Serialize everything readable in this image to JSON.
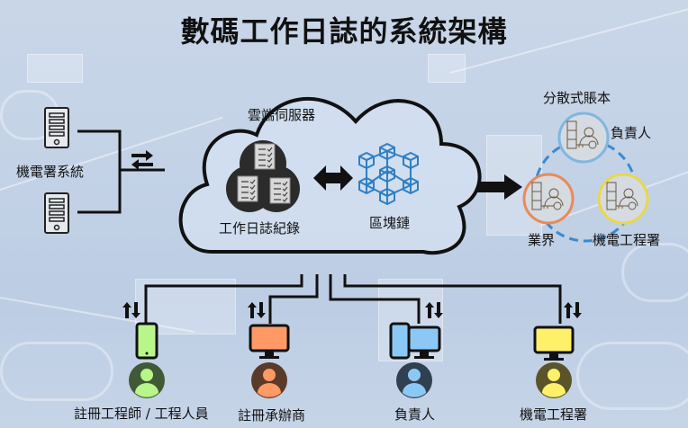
{
  "title": "數碼工作日誌的系統架構",
  "left_system": {
    "label": "機電署系統",
    "icon": "server-icon"
  },
  "cloud": {
    "label": "雲端伺服器",
    "worklog_label": "工作日誌紀錄",
    "blockchain_label": "區塊鏈"
  },
  "ledger": {
    "title": "分散式賬本",
    "nodes": [
      {
        "label": "負責人",
        "color": "#7fb7e0"
      },
      {
        "label": "業界",
        "color": "#e88a5a"
      },
      {
        "label": "機電工程署",
        "color": "#e8d84a"
      }
    ]
  },
  "users": [
    {
      "label": "註冊工程師 / 工程人員",
      "device": "phone-icon",
      "device_color": "#b8f58a",
      "avatar_bg": "#3f5a35",
      "avatar_fg": "#b8f58a"
    },
    {
      "label": "註冊承辦商",
      "device": "monitor-icon",
      "device_color": "#ff9a66",
      "avatar_bg": "#5a3a28",
      "avatar_fg": "#ff9a66"
    },
    {
      "label": "負責人",
      "device": "phone-and-monitor-icon",
      "device_color": "#8cc8f5",
      "avatar_bg": "#2f4050",
      "avatar_fg": "#8cc8f5"
    },
    {
      "label": "機電工程署",
      "device": "monitor-icon",
      "device_color": "#fff06a",
      "avatar_bg": "#5a5428",
      "avatar_fg": "#fff06a"
    }
  ]
}
